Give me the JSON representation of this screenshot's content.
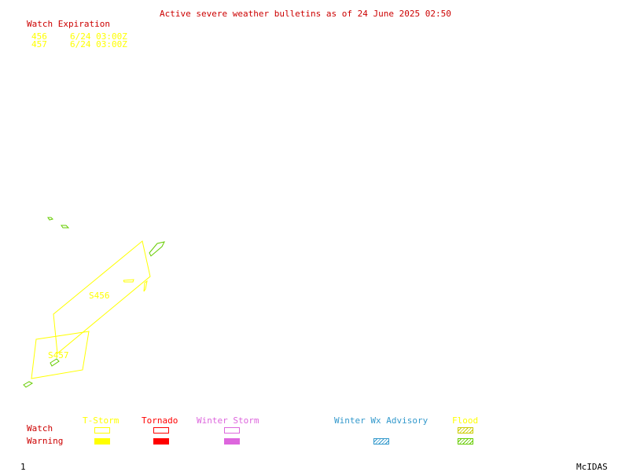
{
  "header": {
    "title": "Active severe weather bulletins as of 24 June 2025 02:50",
    "title_color": "#cc0000"
  },
  "watch_expiration": {
    "heading": "Watch Expiration",
    "heading_color": "#cc0000",
    "color": "#ffff00",
    "rows": [
      {
        "id": "456",
        "expires": "6/24 03:00Z"
      },
      {
        "id": "457",
        "expires": "6/24 03:00Z"
      }
    ]
  },
  "map": {
    "watch_labels": [
      {
        "label": "S456",
        "color": "#ffff00"
      },
      {
        "label": "S457",
        "color": "#ffff00"
      }
    ],
    "colors": {
      "watch": "#ffff00",
      "flood_warning": "#66cc00"
    }
  },
  "legend": {
    "row_labels": {
      "watch": "Watch",
      "warning": "Warning"
    },
    "row_label_color": "#cc0000",
    "categories": [
      {
        "key": "tstorm",
        "label": "T-Storm",
        "color": "#ffff00"
      },
      {
        "key": "tornado",
        "label": "Tornado",
        "color": "#ff0000"
      },
      {
        "key": "winter-storm",
        "label": "Winter Storm",
        "color": "#dd66dd"
      },
      {
        "key": "winter-wx-advisory",
        "label": "Winter Wx Advisory",
        "color": "#3399cc"
      },
      {
        "key": "flood",
        "label": "Flood",
        "color_label": "#ffff00",
        "color_watch": "#cccc00",
        "color_warning": "#66cc00"
      }
    ]
  },
  "footer": {
    "frame_number": "1",
    "app_name": "McIDAS"
  }
}
